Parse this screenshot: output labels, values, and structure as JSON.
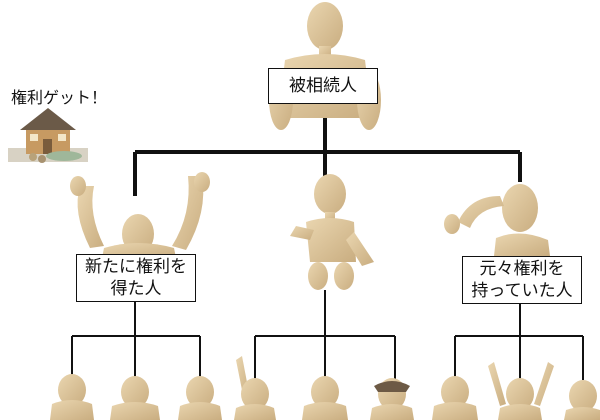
{
  "decedent": {
    "label": "被相続人"
  },
  "left_node": {
    "line1": "新たに権利を",
    "line2": "得た人"
  },
  "right_node": {
    "line1": "元々権利を",
    "line2": "持っていた人"
  },
  "house_caption": "権利ゲット！",
  "icons": {
    "figure": "wooden-mannequin",
    "house": "house-with-money"
  },
  "colors": {
    "line": "#111111",
    "wood": "#dcc49a",
    "wood_shadow": "#c4a87a",
    "background": "#ffffff"
  }
}
